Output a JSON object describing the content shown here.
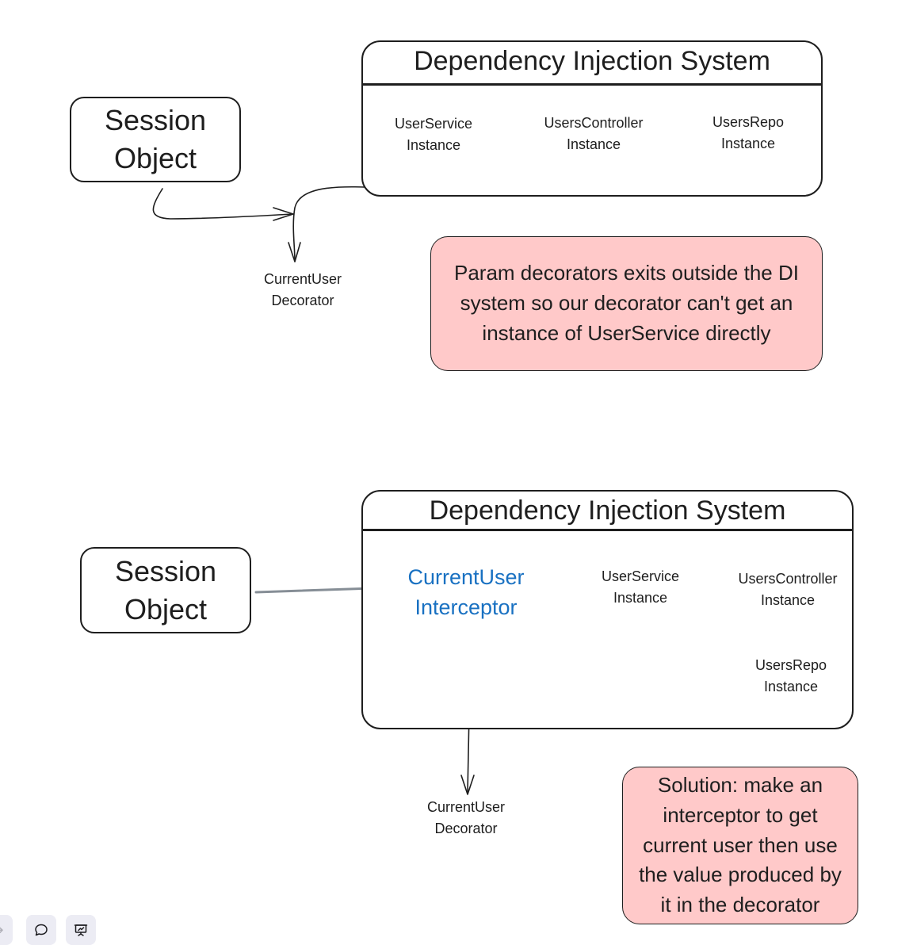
{
  "top": {
    "session_label": "Session\nObject",
    "di_title": "Dependency Injection System",
    "userservice": "UserService\nInstance",
    "userscontroller": "UsersController\nInstance",
    "usersrepo": "UsersRepo\nInstance",
    "decorator": "CurrentUser\nDecorator",
    "note": "Param decorators exits outside the DI\nsystem so our decorator can't get an\ninstance of UserService directly"
  },
  "bottom": {
    "session_label": "Session\nObject",
    "di_title": "Dependency Injection System",
    "interceptor": "CurrentUser\nInterceptor",
    "userservice": "UserService\nInstance",
    "userscontroller": "UsersController\nInstance",
    "usersrepo": "UsersRepo\nInstance",
    "decorator": "CurrentUser\nDecorator",
    "note": "Solution: make an\ninterceptor to get\ncurrent user then use\nthe value produced by\nit in the decorator"
  },
  "colors": {
    "stroke": "#1e1e1e",
    "note_fill": "#ffc9c9",
    "interceptor_text": "#1971c2",
    "arrow_gray": "#868e96",
    "toolbar_bg": "#ececf4"
  },
  "toolbar": {
    "icons": [
      "redo-icon",
      "comment-icon",
      "presentation-icon"
    ]
  }
}
